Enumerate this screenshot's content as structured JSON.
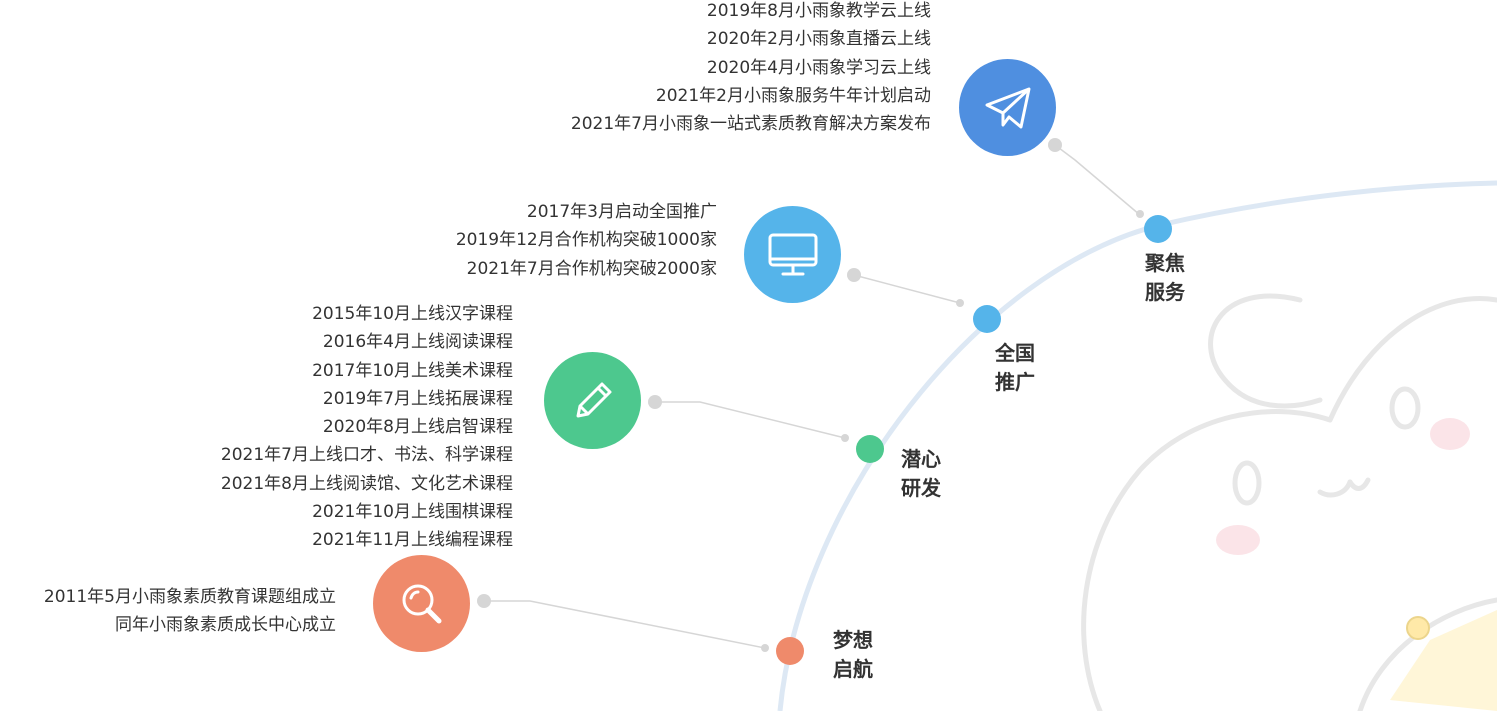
{
  "colors": {
    "blue_dark": "#4f8fe0",
    "blue_light": "#55b4ea",
    "green": "#4dc88e",
    "orange": "#ef8a6b",
    "arc": "#dde8f4",
    "connector": "#d6d6d6"
  },
  "stages": [
    {
      "id": "fuwu",
      "label_lines": [
        "聚焦",
        "服务"
      ],
      "icon": "paper-plane-icon",
      "color": "#4f8fe0",
      "events": [
        "2019年8月小雨象教学云上线",
        "2020年2月小雨象直播云上线",
        "2020年4月小雨象学习云上线",
        "2021年2月小雨象服务牛年计划启动",
        "2021年7月小雨象一站式素质教育解决方案发布"
      ]
    },
    {
      "id": "tuiguang",
      "label_lines": [
        "全国",
        "推广"
      ],
      "icon": "monitor-icon",
      "color": "#55b4ea",
      "events": [
        "2017年3月启动全国推广",
        "2019年12月合作机构突破1000家",
        "2021年7月合作机构突破2000家"
      ]
    },
    {
      "id": "yanfa",
      "label_lines": [
        "潜心",
        "研发"
      ],
      "icon": "pencil-icon",
      "color": "#4dc88e",
      "events": [
        "2015年10月上线汉字课程",
        "2016年4月上线阅读课程",
        "2017年10月上线美术课程",
        "2019年7月上线拓展课程",
        "2020年8月上线启智课程",
        "2021年7月上线口才、书法、科学课程",
        "2021年8月上线阅读馆、文化艺术课程",
        "2021年10月上线围棋课程",
        "2021年11月上线编程课程"
      ]
    },
    {
      "id": "qihang",
      "label_lines": [
        "梦想",
        "启航"
      ],
      "icon": "magnifier-icon",
      "color": "#ef8a6b",
      "events": [
        "2011年5月小雨象素质教育课题组成立",
        "同年小雨象素质成长中心成立"
      ]
    }
  ]
}
